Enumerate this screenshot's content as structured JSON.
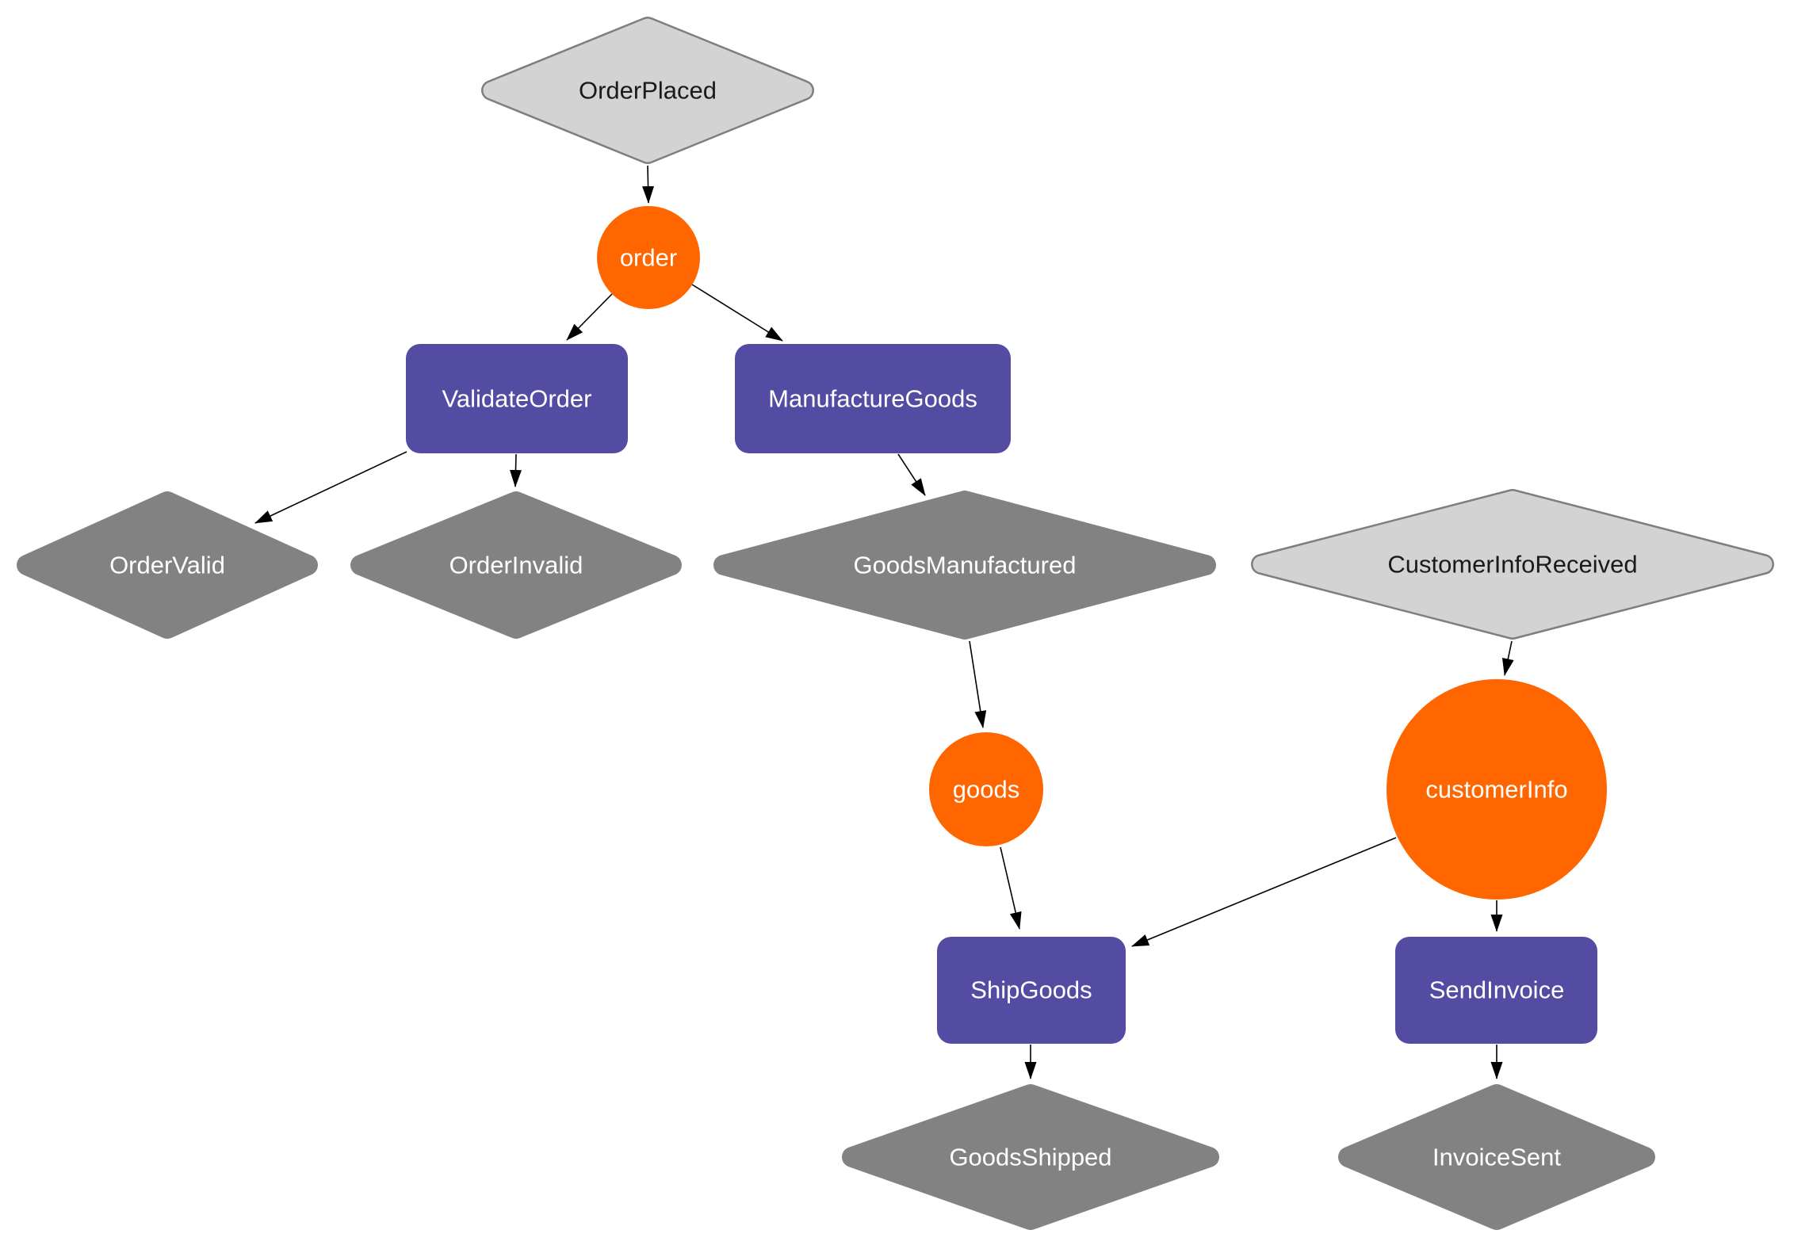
{
  "diagram": {
    "kind": "workflow-event-graph",
    "background": "#ffffff",
    "colors": {
      "event_pending_fill": "#d3d3d3",
      "event_pending_border": "#7e7e7e",
      "event_done_fill": "#828282",
      "activity_fill": "#534ca2",
      "data_fill": "#ff6600",
      "edge": "#000000",
      "label_on_color": "#ffffff",
      "label_on_light": "#1a1a1a"
    },
    "nodes": {
      "orderPlaced": {
        "label": "OrderPlaced",
        "shape": "diamond",
        "variant": "light"
      },
      "order": {
        "label": "order",
        "shape": "circle",
        "variant": "orange"
      },
      "validateOrder": {
        "label": "ValidateOrder",
        "shape": "rect",
        "variant": "purple"
      },
      "manufactureGoods": {
        "label": "ManufactureGoods",
        "shape": "rect",
        "variant": "purple"
      },
      "orderValid": {
        "label": "OrderValid",
        "shape": "diamond",
        "variant": "dark"
      },
      "orderInvalid": {
        "label": "OrderInvalid",
        "shape": "diamond",
        "variant": "dark"
      },
      "goodsManufactured": {
        "label": "GoodsManufactured",
        "shape": "diamond",
        "variant": "dark"
      },
      "customerInfoReceived": {
        "label": "CustomerInfoReceived",
        "shape": "diamond",
        "variant": "light"
      },
      "goods": {
        "label": "goods",
        "shape": "circle",
        "variant": "orange"
      },
      "customerInfo": {
        "label": "customerInfo",
        "shape": "circle",
        "variant": "orange"
      },
      "shipGoods": {
        "label": "ShipGoods",
        "shape": "rect",
        "variant": "purple"
      },
      "sendInvoice": {
        "label": "SendInvoice",
        "shape": "rect",
        "variant": "purple"
      },
      "goodsShipped": {
        "label": "GoodsShipped",
        "shape": "diamond",
        "variant": "dark"
      },
      "invoiceSent": {
        "label": "InvoiceSent",
        "shape": "diamond",
        "variant": "dark"
      }
    },
    "edges": [
      {
        "from": "OrderPlaced",
        "to": "order"
      },
      {
        "from": "order",
        "to": "ValidateOrder"
      },
      {
        "from": "order",
        "to": "ManufactureGoods"
      },
      {
        "from": "ValidateOrder",
        "to": "OrderValid"
      },
      {
        "from": "ValidateOrder",
        "to": "OrderInvalid"
      },
      {
        "from": "ManufactureGoods",
        "to": "GoodsManufactured"
      },
      {
        "from": "GoodsManufactured",
        "to": "goods"
      },
      {
        "from": "CustomerInfoReceived",
        "to": "customerInfo"
      },
      {
        "from": "goods",
        "to": "ShipGoods"
      },
      {
        "from": "customerInfo",
        "to": "ShipGoods"
      },
      {
        "from": "customerInfo",
        "to": "SendInvoice"
      },
      {
        "from": "ShipGoods",
        "to": "GoodsShipped"
      },
      {
        "from": "SendInvoice",
        "to": "InvoiceSent"
      }
    ]
  }
}
